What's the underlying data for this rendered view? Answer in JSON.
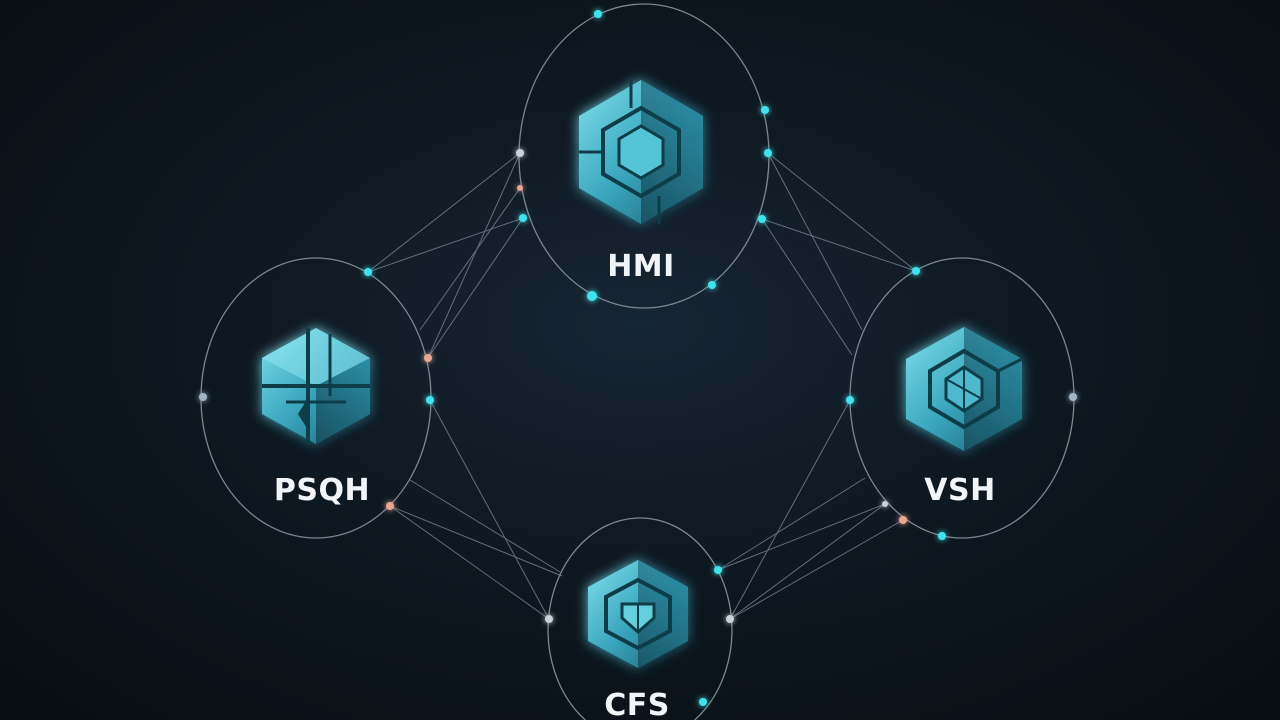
{
  "diagram": {
    "nodes": [
      {
        "id": "hmi",
        "label": "HMI"
      },
      {
        "id": "psqh",
        "label": "PSQH"
      },
      {
        "id": "vsh",
        "label": "VSH"
      },
      {
        "id": "cfs",
        "label": "CFS"
      }
    ]
  },
  "colors": {
    "background": "#0b1218",
    "ring": "#8f9aa3",
    "line": "#7e8b95",
    "node_glow": "#3fe3ec",
    "node_warm": "#e8a792",
    "icon_light": "#6fd0de",
    "icon_dark": "#1f6e82",
    "label": "#f2f5f7"
  },
  "icon_names": [
    "hmi-cube-icon",
    "psqh-cube-icon",
    "vsh-cube-icon",
    "cfs-shield-icon"
  ]
}
